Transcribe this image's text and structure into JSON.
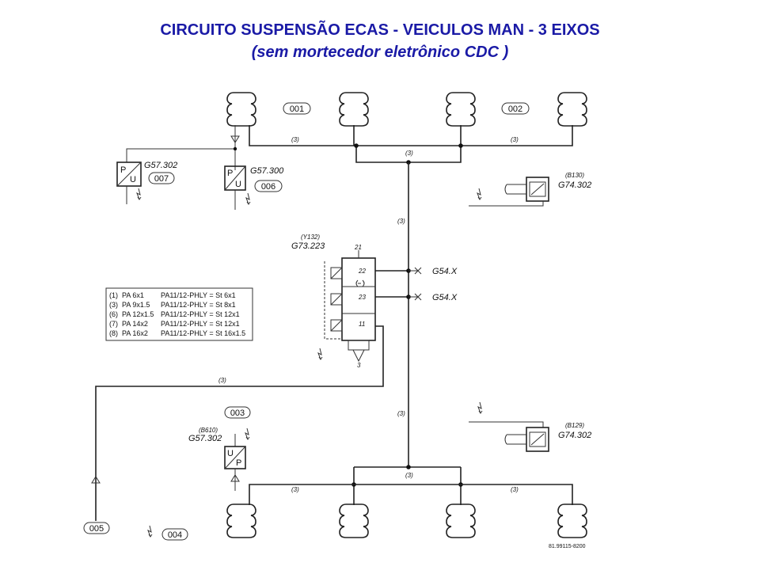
{
  "title": {
    "line1": "CIRCUITO SUSPENSÃO ECAS  - VEICULOS MAN - 3 EIXOS",
    "line2": "(sem mortecedor eletrônico CDC )"
  },
  "tags": {
    "t001": "001",
    "t002": "002",
    "t003": "003",
    "t004": "004",
    "t005": "005",
    "t006": "006",
    "t007": "007"
  },
  "components": {
    "sensor_left": "G57.302",
    "sensor_mid": "G57.300",
    "valve_id": "(Y132)",
    "valve_code": "G73.223",
    "height_b130_id": "(B130)",
    "height_b130_code": "G74.302",
    "height_b129_id": "(B129)",
    "height_b129_code": "G74.302",
    "sensor_b610_id": "(B610)",
    "sensor_b610_code": "G57.302",
    "conn_a": "G54.X",
    "conn_b": "G54.X"
  },
  "ports": {
    "p21": "21",
    "p22": "22",
    "p23": "23",
    "p11": "11",
    "p3": "3"
  },
  "pipe_label": "(3)",
  "sensor_letters": {
    "p": "P",
    "u": "U"
  },
  "legend": {
    "rows": [
      {
        "code": "(1)",
        "pa": "PA  6x1",
        "spec": "PA11/12-PHLY = St  6x1"
      },
      {
        "code": "(3)",
        "pa": "PA  9x1.5",
        "spec": "PA11/12-PHLY = St  8x1"
      },
      {
        "code": "(6)",
        "pa": "PA 12x1.5",
        "spec": "PA11/12-PHLY = St 12x1"
      },
      {
        "code": "(7)",
        "pa": "PA 14x2",
        "spec": "PA11/12-PHLY = St 12x1"
      },
      {
        "code": "(8)",
        "pa": "PA 16x2",
        "spec": "PA11/12-PHLY = St 16x1.5"
      }
    ]
  },
  "footer_code": "81.99115-8200"
}
